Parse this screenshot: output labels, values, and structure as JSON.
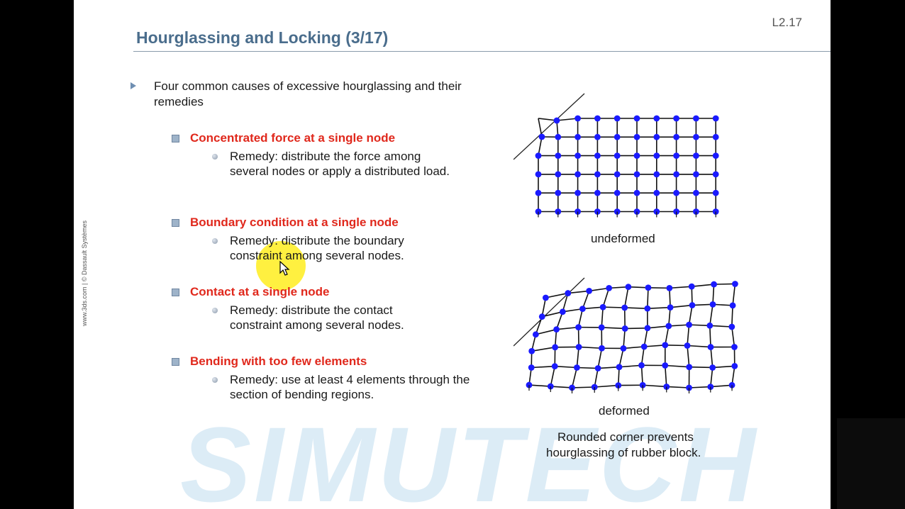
{
  "slide": {
    "title": "Hourglassing and Locking (3/17)",
    "number": "L2.17",
    "credit": "www.3ds.com | © Dassault Systèmes",
    "watermark": "SIMUTECH",
    "intro": "Four common causes of excessive hourglassing and their remedies",
    "causes": [
      {
        "heading": "Concentrated force at a single node",
        "remedy": "Remedy: distribute the force among several nodes or apply a distributed load."
      },
      {
        "heading": "Boundary condition at a single node",
        "remedy": "Remedy: distribute the boundary constraint among several nodes."
      },
      {
        "heading": "Contact at a single node",
        "remedy": "Remedy: distribute the contact constraint among several nodes."
      },
      {
        "heading": "Bending with too few elements",
        "remedy": "Remedy: use at least 4 elements through the section of bending regions."
      }
    ],
    "figure": {
      "undeformed_label": "undeformed",
      "deformed_label": "deformed",
      "caption_line1": "Rounded corner prevents",
      "caption_line2": "hourglassing of rubber block."
    },
    "colors": {
      "title": "#4a6d8c",
      "heading": "#e0281c",
      "node": "#1a1aff",
      "watermark": "#dcecf6"
    }
  }
}
